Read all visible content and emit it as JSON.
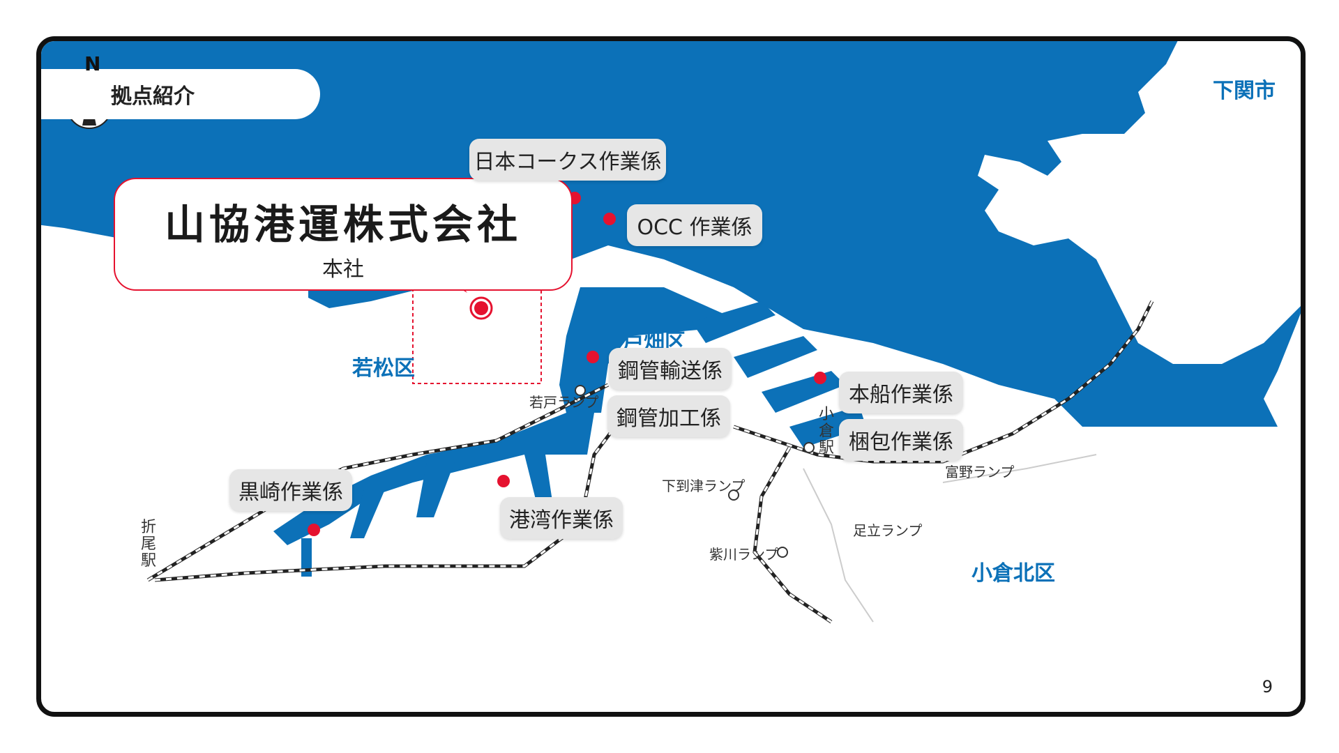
{
  "section_tag": "拠点紹介",
  "compass": "N",
  "company": {
    "name": "山協港運株式会社",
    "subtitle": "本社"
  },
  "areas": {
    "shimonoseki": "下関市",
    "tobata": "戸畑区",
    "wakamatsu": "若松区",
    "kokurakita": "小倉北区"
  },
  "work_sites": {
    "nippon_coke": "日本コークス作業係",
    "occ": "OCC 作業係",
    "pipe_transport": "鋼管輸送係",
    "pipe_processing": "鋼管加工係",
    "main_ship": "本船作業係",
    "packing": "梱包作業係",
    "kurosaki": "黒崎作業係",
    "harbor": "港湾作業係"
  },
  "ramps": {
    "wakato": "若戸ランプ",
    "shimoitozu": "下到津ランプ",
    "tomino": "富野ランプ",
    "adachi": "足立ランプ",
    "murasakigawa": "紫川ランプ"
  },
  "stations": {
    "kokura": "小倉駅",
    "orio": "折尾駅"
  },
  "page_number": "9",
  "colors": {
    "sea": "#0c71b8",
    "marker": "#e5122f",
    "label_bg": "#e6e6e6"
  }
}
